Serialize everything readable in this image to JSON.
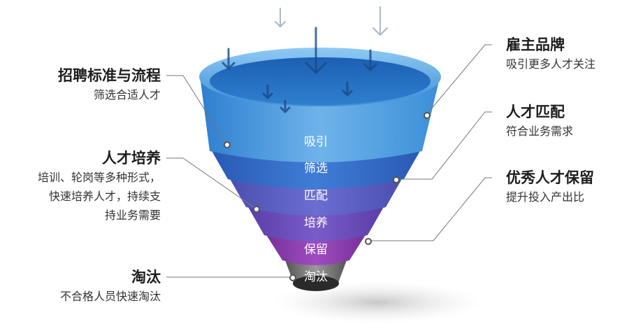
{
  "stages": [
    {
      "label": "吸引",
      "color": "#3f8ad8"
    },
    {
      "label": "筛选",
      "color": "#3c6fc8"
    },
    {
      "label": "匹配",
      "color": "#5c5cc0"
    },
    {
      "label": "培养",
      "color": "#6a48b8"
    },
    {
      "label": "保留",
      "color": "#8a3aa8"
    },
    {
      "label": "淘汰",
      "color": "#7a7a7a"
    }
  ],
  "annotations_left": [
    {
      "title": "招聘标准与流程",
      "desc": [
        "筛选合适人才"
      ]
    },
    {
      "title": "人才培养",
      "desc": [
        "培训、轮岗等多种形式，",
        "快速培养人才，持续支",
        "持业务需要"
      ]
    },
    {
      "title": "淘汰",
      "desc": [
        "不合格人员快速淘汰"
      ]
    }
  ],
  "annotations_right": [
    {
      "title": "雇主品牌",
      "desc": [
        "吸引更多人才关注"
      ]
    },
    {
      "title": "人才匹配",
      "desc": [
        "符合业务需求"
      ]
    },
    {
      "title": "优秀人才保留",
      "desc": [
        "提升投入产出比"
      ]
    }
  ]
}
